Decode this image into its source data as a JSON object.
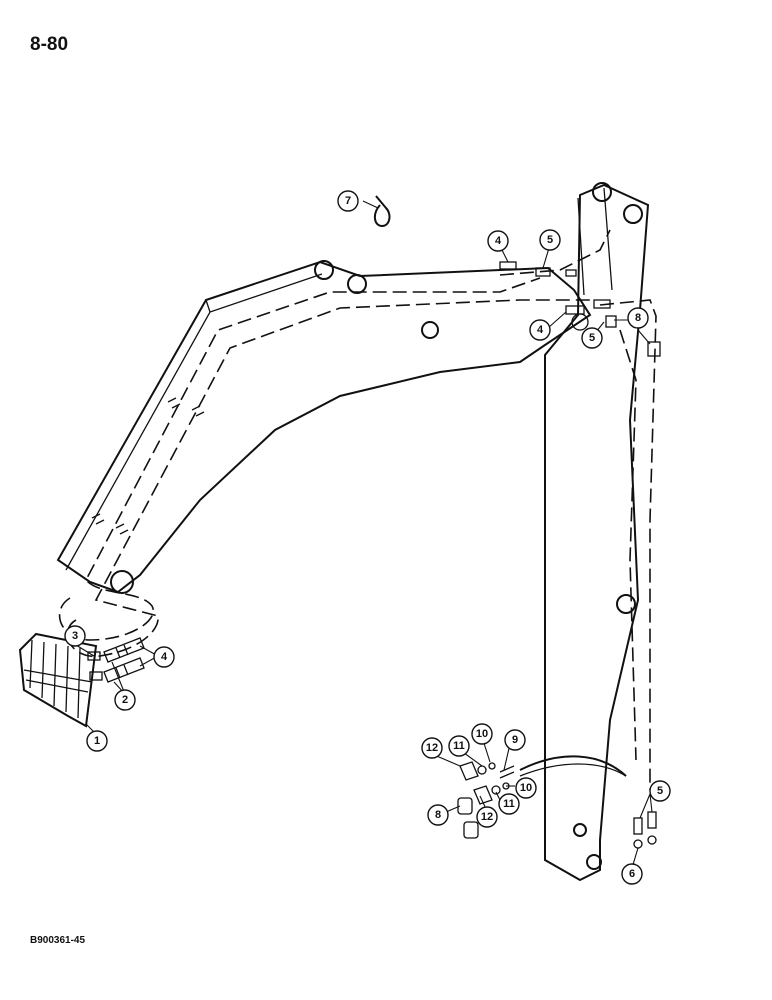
{
  "page": {
    "number": "8-80",
    "figure_code": "B900361-45"
  },
  "callouts": {
    "c1": "1",
    "c2": "2",
    "c3": "3",
    "c4a": "4",
    "c4b": "4",
    "c4c": "4",
    "c5a": "5",
    "c5b": "5",
    "c5c": "5",
    "c6": "6",
    "c7": "7",
    "c8a": "8",
    "c8b": "8",
    "c9": "9",
    "c10a": "10",
    "c10b": "10",
    "c11a": "11",
    "c11b": "11",
    "c12a": "12",
    "c12b": "12"
  }
}
